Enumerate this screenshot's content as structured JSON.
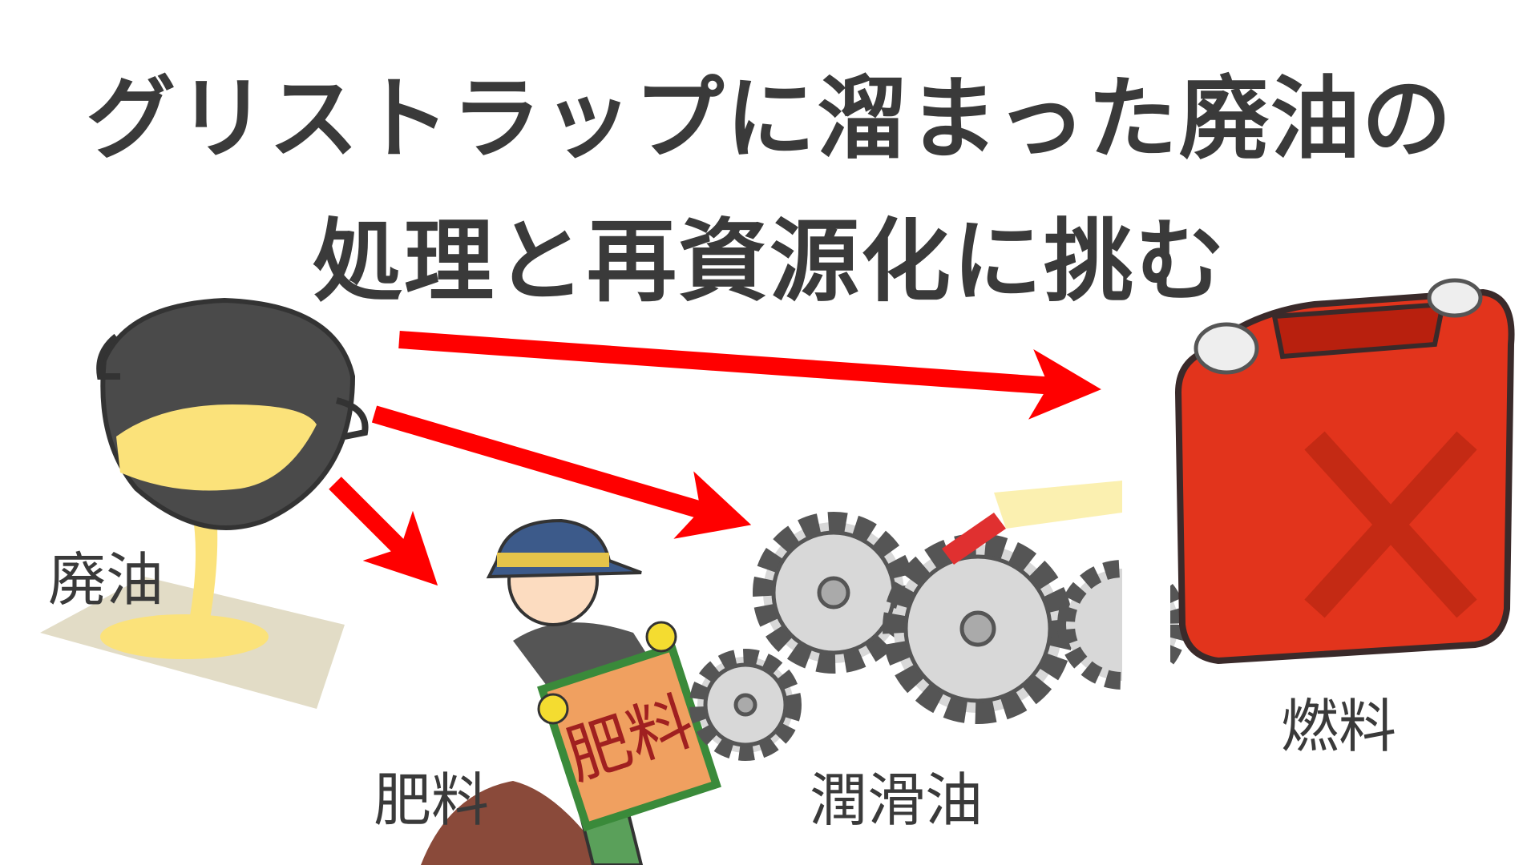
{
  "title": {
    "line1": "グリストラップに溜まった廃油の",
    "line2": "処理と再資源化に挑む"
  },
  "labels": {
    "waste_oil": "廃油",
    "fertilizer": "肥料",
    "lubricant": "潤滑油",
    "fuel": "燃料",
    "bag_text": "肥料"
  },
  "colors": {
    "arrow": "#ff0000",
    "text": "#3a3a3a",
    "oil": "#fbe27a",
    "can": "#e2341c"
  }
}
